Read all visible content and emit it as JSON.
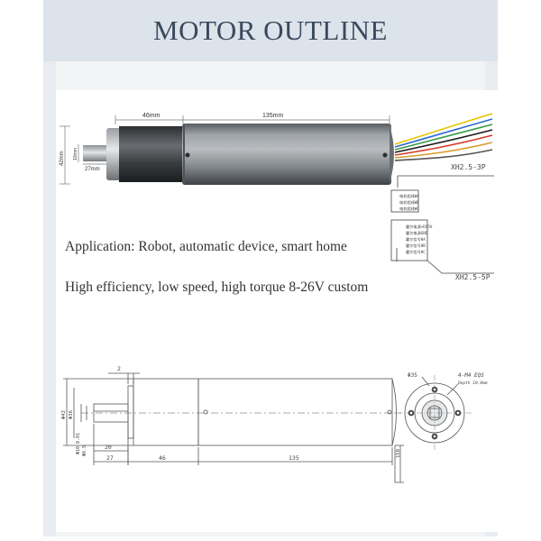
{
  "title": "MOTOR OUTLINE",
  "photo": {
    "dim_gear_len": "46mm",
    "dim_motor_len": "135mm",
    "dim_height": "42mm",
    "dim_shaft_dia": "10mm",
    "dim_shaft_len": "27mm",
    "connector_3p": "XH2.5-3P",
    "connector_5p": "XH2.5-5P",
    "pins_3p": [
      "电机相线WA",
      "电机相线WB",
      "电机相线WC"
    ],
    "pins_5p": [
      "霍尔电源+DC5V",
      "霍尔电源GND",
      "霍尔信号HA",
      "霍尔信号HB",
      "霍尔信号HC"
    ]
  },
  "application": "Application: Robot, automatic device, smart home",
  "features": "High efficiency, low speed, high torque  8-26V custom",
  "drawing": {
    "dim_top": "2",
    "dim_20": "20",
    "dim_27": "27",
    "dim_46": "46",
    "dim_135": "135",
    "dim_150": "150",
    "dia_42": "Φ42",
    "dia_36": "Φ36",
    "dia_10": "Φ10 0.01",
    "dia_8": "Φ8.5",
    "dia_35": "Φ35",
    "holes": "4-M4 EQS",
    "depth": "Depth 10.0mm"
  }
}
